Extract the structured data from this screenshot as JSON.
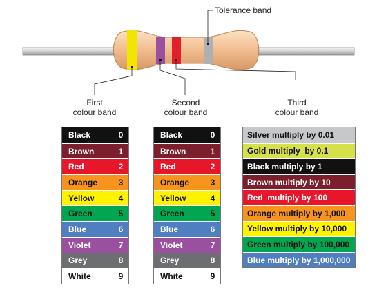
{
  "labels": {
    "tolerance": "Tolerance band",
    "first": [
      "First",
      "colour band"
    ],
    "second": [
      "Second",
      "colour band"
    ],
    "third": [
      "Third",
      "colour band"
    ]
  },
  "bands": {
    "first": "#f2e600",
    "second": "#9a4fa0",
    "third": "#e0202a",
    "tolerance": "#b0b0b0",
    "body": "#f3c094"
  },
  "first_table": [
    {
      "name": "Black",
      "value": "0",
      "bg": "#111111",
      "fg": "#ffffff"
    },
    {
      "name": "Brown",
      "value": "1",
      "bg": "#7a1f2b",
      "fg": "#ffffff"
    },
    {
      "name": "Red",
      "value": "2",
      "bg": "#e8162a",
      "fg": "#ffffff"
    },
    {
      "name": "Orange",
      "value": "3",
      "bg": "#f7941d",
      "fg": "#111111"
    },
    {
      "name": "Yellow",
      "value": "4",
      "bg": "#fff200",
      "fg": "#111111"
    },
    {
      "name": "Green",
      "value": "5",
      "bg": "#00a650",
      "fg": "#111111"
    },
    {
      "name": "Blue",
      "value": "6",
      "bg": "#4f7ec1",
      "fg": "#ffffff"
    },
    {
      "name": "Violet",
      "value": "7",
      "bg": "#9b4f9f",
      "fg": "#ffffff"
    },
    {
      "name": "Grey",
      "value": "8",
      "bg": "#6d6e71",
      "fg": "#ffffff"
    },
    {
      "name": "White",
      "value": "9",
      "bg": "#ffffff",
      "fg": "#111111"
    }
  ],
  "second_table": [
    {
      "name": "Black",
      "value": "0",
      "bg": "#111111",
      "fg": "#ffffff"
    },
    {
      "name": "Brown",
      "value": "1",
      "bg": "#7a1f2b",
      "fg": "#ffffff"
    },
    {
      "name": "Red",
      "value": "2",
      "bg": "#e8162a",
      "fg": "#ffffff"
    },
    {
      "name": "Orange",
      "value": "3",
      "bg": "#f7941d",
      "fg": "#111111"
    },
    {
      "name": "Yellow",
      "value": "4",
      "bg": "#fff200",
      "fg": "#111111"
    },
    {
      "name": "Green",
      "value": "5",
      "bg": "#00a650",
      "fg": "#111111"
    },
    {
      "name": "Blue",
      "value": "6",
      "bg": "#4f7ec1",
      "fg": "#ffffff"
    },
    {
      "name": "Violet",
      "value": "7",
      "bg": "#9b4f9f",
      "fg": "#ffffff"
    },
    {
      "name": "Grey",
      "value": "8",
      "bg": "#6d6e71",
      "fg": "#ffffff"
    },
    {
      "name": "White",
      "value": "9",
      "bg": "#ffffff",
      "fg": "#111111"
    }
  ],
  "third_table": [
    {
      "text": "Silver multiply by 0.01",
      "bg": "#c7c8ca",
      "fg": "#111111"
    },
    {
      "text": "Gold multiply  by 0.1",
      "bg": "#d5e04a",
      "fg": "#111111"
    },
    {
      "text": "Black multiply by 1",
      "bg": "#111111",
      "fg": "#ffffff"
    },
    {
      "text": "Brown multiply by 10",
      "bg": "#7a1f2b",
      "fg": "#ffffff"
    },
    {
      "text": "Red  multiply by 100",
      "bg": "#e8162a",
      "fg": "#ffffff"
    },
    {
      "text": "Orange multiply by 1,000",
      "bg": "#f7941d",
      "fg": "#111111"
    },
    {
      "text": "Yellow multiply by 10,000",
      "bg": "#fff200",
      "fg": "#111111"
    },
    {
      "text": "Green multiply by 100,000",
      "bg": "#00a650",
      "fg": "#111111"
    },
    {
      "text": "Blue multiply by 1,000,000",
      "bg": "#4f7ec1",
      "fg": "#ffffff"
    }
  ]
}
